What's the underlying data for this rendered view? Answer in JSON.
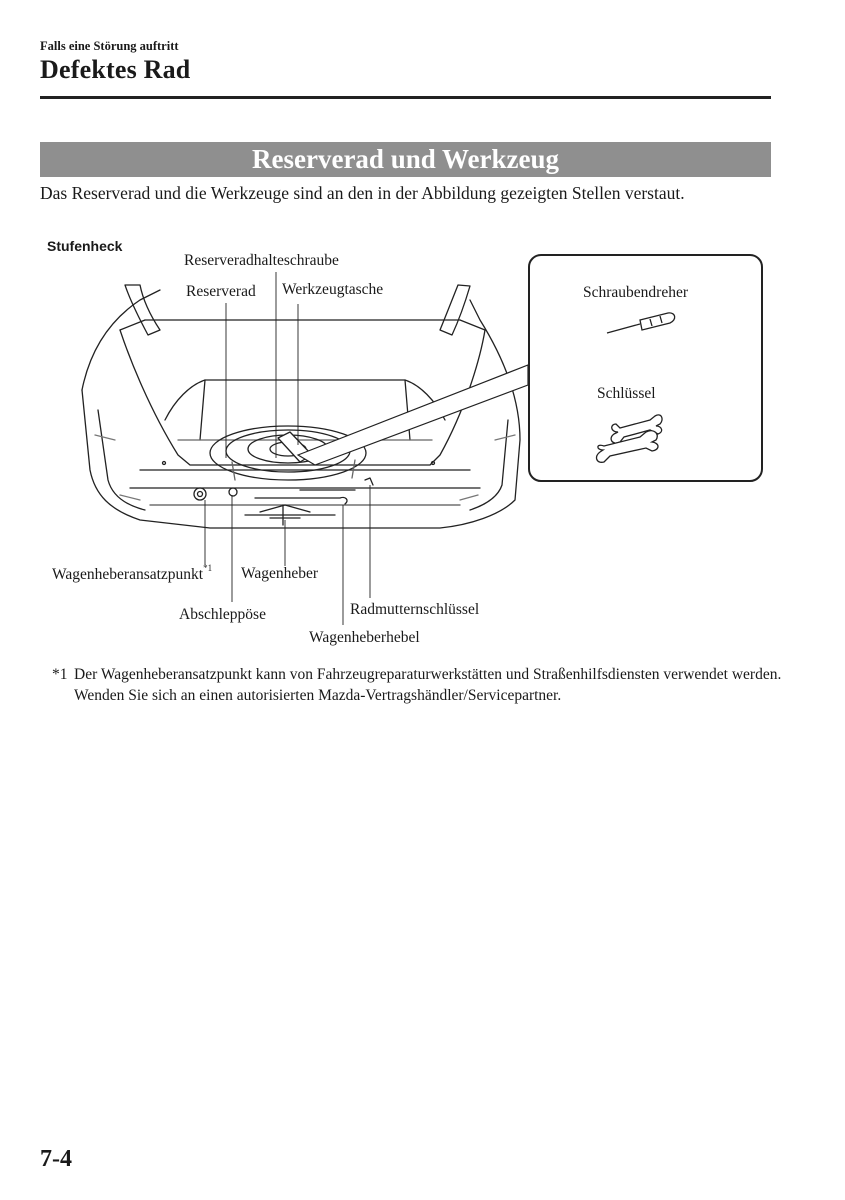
{
  "header": {
    "breadcrumb": "Falls eine Störung auftritt",
    "chapter_title": "Defektes Rad"
  },
  "section": {
    "title": "Reserverad und Werkzeug",
    "intro": "Das Reserverad und die Werkzeuge sind an den in der Abbildung gezeigten Stellen verstaut."
  },
  "figure": {
    "variant_label": "Stufenheck",
    "labels": {
      "spare_wheel_bolt": "Reserveradhalteschraube",
      "spare_wheel": "Reserverad",
      "tool_bag": "Werkzeugtasche",
      "screwdriver": "Schraubendreher",
      "wrench": "Schlüssel",
      "jack_point": "Wagenheberansatzpunkt",
      "jack_point_mark": "*1",
      "jack": "Wagenheber",
      "towing_eye": "Abschleppöse",
      "lug_wrench": "Radmutternschlüssel",
      "jack_lever": "Wagenheberhebel"
    }
  },
  "footnote": {
    "mark": "*1",
    "text": "Der Wagenheberansatzpunkt kann von Fahrzeugreparaturwerkstätten und Straßenhilfsdiensten verwendet werden. Wenden Sie sich an einen autorisierten Mazda-Vertragshändler/Servicepartner."
  },
  "page_number": "7-4"
}
